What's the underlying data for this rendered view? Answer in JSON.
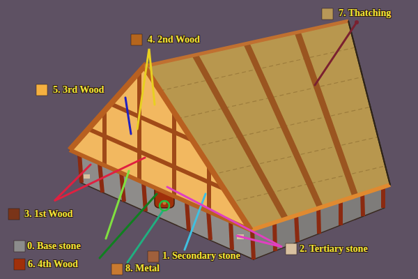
{
  "diagram": {
    "labels": [
      "7. Thatching",
      "4. 2nd Wood",
      "5. 3rd Wood",
      "3. 1st Wood",
      "0. Base stone",
      "6. 4th Wood",
      "8. Metal",
      "1. Secondary stone",
      "2. Tertiary stone"
    ]
  }
}
